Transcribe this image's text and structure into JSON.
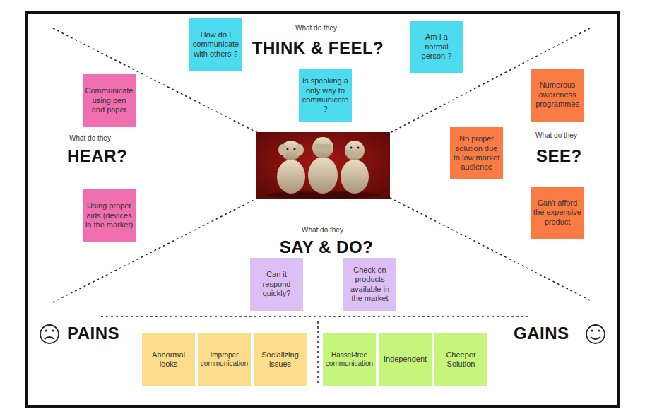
{
  "diagram": {
    "nodes": [
      {
        "text": [
          "How do I communicate with others ?"
        ]
      },
      {
        "text": [
          "Am I a normal person ?"
        ]
      },
      {
        "text": [
          "Is speaking a only way to communicate ?"
        ]
      },
      {
        "text": [
          "Communicate using pen and paper"
        ]
      },
      {
        "text": [
          "Numerous awareness programmes"
        ]
      },
      {
        "text": [
          "No proper solution due to low market audience"
        ]
      },
      {
        "text": [
          "Using proper aids (devices in the market)"
        ]
      },
      {
        "text": [
          "Can't afford the expensive product"
        ]
      },
      {
        "text": [
          "Can it respond quickly?"
        ]
      },
      {
        "text": [
          "Check on products available in the market"
        ]
      },
      {
        "text": [
          "Abnormal looks"
        ]
      },
      {
        "text": [
          "Improper communication"
        ]
      },
      {
        "text": [
          "Socializing issues"
        ]
      },
      {
        "text": [
          "Hassel-free communication"
        ]
      },
      {
        "text": [
          "Independent"
        ]
      },
      {
        "text": [
          "Cheeper Solution"
        ]
      }
    ],
    "labels": [
      "What do they",
      "THINK & FEEL?",
      "What do they",
      "HEAR?",
      "What do they",
      "SEE?",
      "What do they",
      "SAY & DO?",
      "PAINS",
      "GAINS"
    ]
  }
}
